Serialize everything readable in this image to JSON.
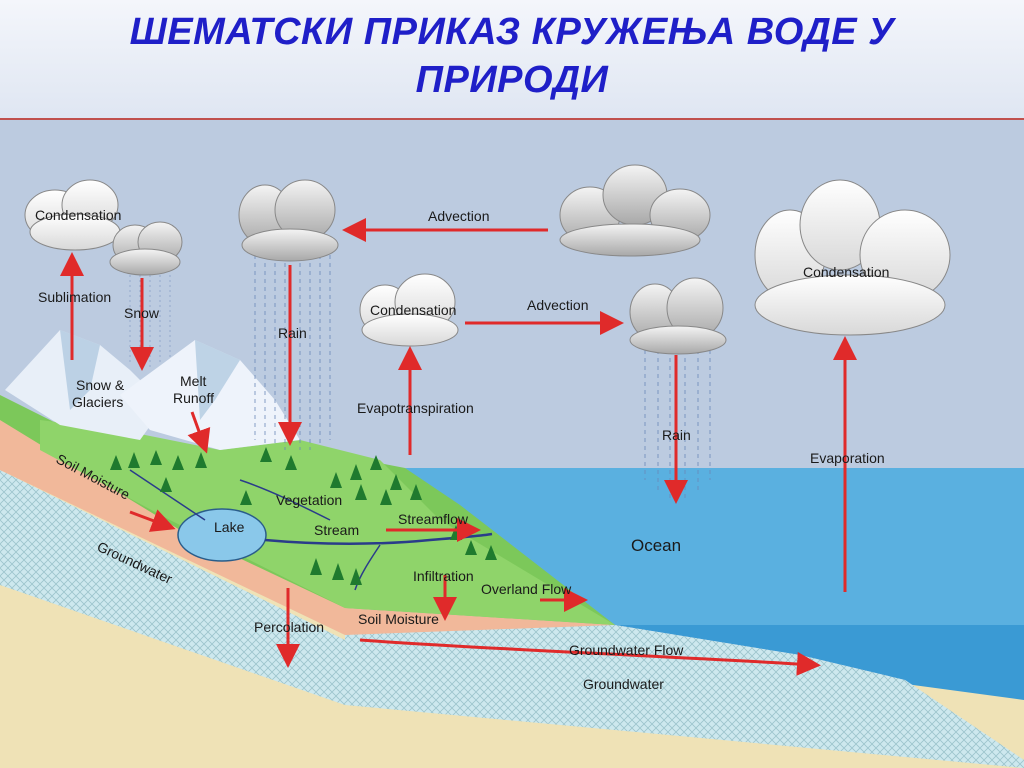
{
  "title": "ШЕМАТСКИ ПРИКАЗ КРУЖЕЊА ВОДЕ У ПРИРОДИ",
  "colors": {
    "title": "#1f1fc8",
    "arrow": "#e02a2a",
    "sky": "#bccbe0",
    "ocean": "#5ab0e0",
    "land": "#7cc85a",
    "soil": "#f1b89a",
    "groundwater": "#c8e6ee",
    "bedrock": "#efe2b6"
  },
  "labels": {
    "condensation_left": "Condensation",
    "sublimation": "Sublimation",
    "snow": "Snow",
    "snow_glaciers": "Snow &",
    "snow_glaciers_2": "Glaciers",
    "melt_runoff": "Melt",
    "melt_runoff_2": "Runoff",
    "rain_left": "Rain",
    "advection_top": "Advection",
    "condensation_mid": "Condensation",
    "advection_mid": "Advection",
    "evapotranspiration": "Evapotranspiration",
    "rain_right": "Rain",
    "condensation_right": "Condensation",
    "evaporation": "Evaporation",
    "soil_moisture_left": "Soil Moisture",
    "groundwater_left": "Groundwater",
    "lake": "Lake",
    "vegetation": "Vegetation",
    "stream": "Stream",
    "streamflow": "Streamflow",
    "infiltration": "Infiltration",
    "overland_flow": "Overland Flow",
    "ocean": "Ocean",
    "percolation": "Percolation",
    "soil_moisture_bottom": "Soil Moisture",
    "groundwater_flow": "Groundwater Flow",
    "groundwater_bottom": "Groundwater"
  }
}
